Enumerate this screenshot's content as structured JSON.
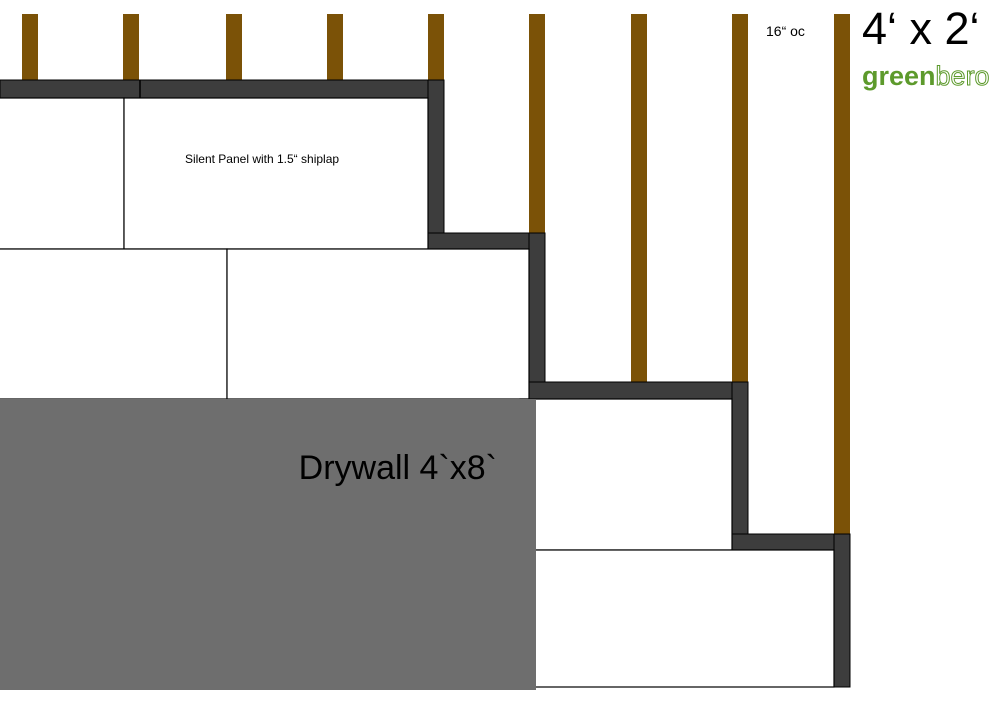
{
  "title": "4‘ x 2‘",
  "logo": {
    "part1": "green",
    "part2": "bero",
    "part1_color": "#5d9a2c",
    "part2_color": "#5d9a2c"
  },
  "spacing_label": "16“ oc",
  "panel_label": "Silent Panel with 1.5“ shiplap",
  "drywall_label": "Drywall 4`x8`",
  "colors": {
    "stud": "#7b5207",
    "furring": "#3d3d3d",
    "drywall": "#6e6e6e",
    "panel_border": "#000000",
    "background": "#ffffff"
  }
}
